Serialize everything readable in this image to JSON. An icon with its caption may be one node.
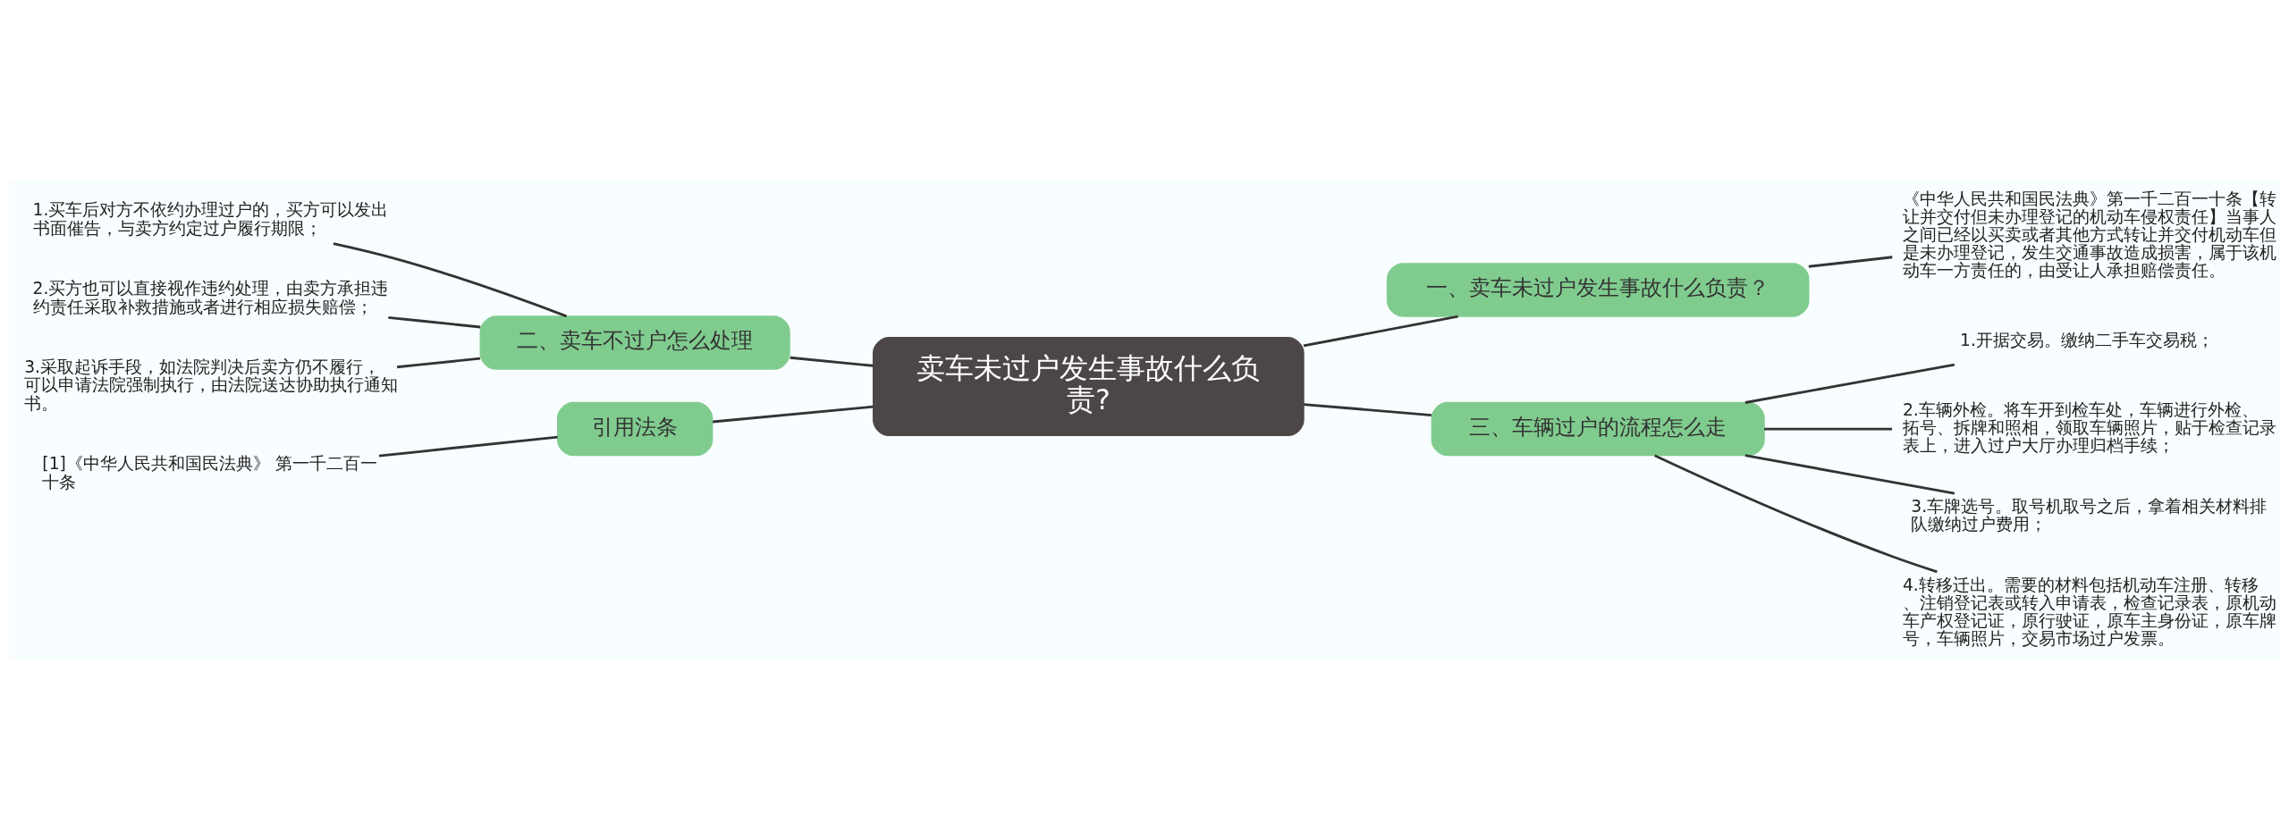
{
  "diagram": {
    "nodes": [
      {
        "text": [
          "卖车未过户发生事故什么负责?"
        ]
      },
      {
        "text": [
          "一、卖车未过户发生事故什么负责？"
        ]
      },
      {
        "text": [
          "《中华人民共和国民法典》第一千二百一十条【转让并交付但未办理登记的机动车侵权责任】当事人之间已经以买卖或者其他方式转让并交付机动车但是未办理登记，发生交通事故造成损害，属于该机动车一方责任的，由受让人承担赔偿责任。"
        ]
      },
      {
        "text": [
          "二、卖车不过户怎么处理"
        ]
      },
      {
        "text": [
          "1.买车后对方不依约办理过户的，买方可以发出书面催告，与卖方约定过户履行期限；"
        ]
      },
      {
        "text": [
          "2.买方也可以直接视作违约处理，由卖方承担违约责任采取补救措施或者进行相应损失赔偿；"
        ]
      },
      {
        "text": [
          "3.采取起诉手段，如法院判决后卖方仍不履行，可以申请法院强制执行，由法院送达协助执行通知书。"
        ]
      },
      {
        "text": [
          "三、车辆过户的流程怎么走"
        ]
      },
      {
        "text": [
          "1.开据交易。缴纳二手车交易税；"
        ]
      },
      {
        "text": [
          "2.车辆外检。将车开到检车处，车辆进行外检、拓号、拆牌和照相，领取车辆照片，贴于检查记录表上，进入过户大厅办理归档手续；"
        ]
      },
      {
        "text": [
          "3.车牌选号。取号机取号之后，拿着相关材料排队缴纳过户费用；"
        ]
      },
      {
        "text": [
          "4.转移迁出。需要的材料包括机动车注册、转移、注销登记表或转入申请表，检查记录表，原机动车产权登记证，原行驶证，原车主身份证，原车牌号，车辆照片，交易市场过户发票。"
        ]
      },
      {
        "text": [
          "引用法条"
        ]
      },
      {
        "text": [
          "[1]《中华人民共和国民法典》 第一千二百一十条"
        ]
      }
    ],
    "edges": [
      {
        "from": 0,
        "to": 1,
        "arrow": "none"
      },
      {
        "from": 1,
        "to": 2,
        "arrow": "none"
      },
      {
        "from": 3,
        "to": 0,
        "arrow": "none"
      },
      {
        "from": 4,
        "to": 3,
        "arrow": "none"
      },
      {
        "from": 5,
        "to": 3,
        "arrow": "none"
      },
      {
        "from": 6,
        "to": 3,
        "arrow": "none"
      },
      {
        "from": 0,
        "to": 7,
        "arrow": "none"
      },
      {
        "from": 7,
        "to": 8,
        "arrow": "none"
      },
      {
        "from": 7,
        "to": 9,
        "arrow": "none"
      },
      {
        "from": 7,
        "to": 10,
        "arrow": "none"
      },
      {
        "from": 7,
        "to": 11,
        "arrow": "none"
      },
      {
        "from": 12,
        "to": 0,
        "arrow": "none"
      },
      {
        "from": 13,
        "to": 12,
        "arrow": "none"
      }
    ]
  }
}
